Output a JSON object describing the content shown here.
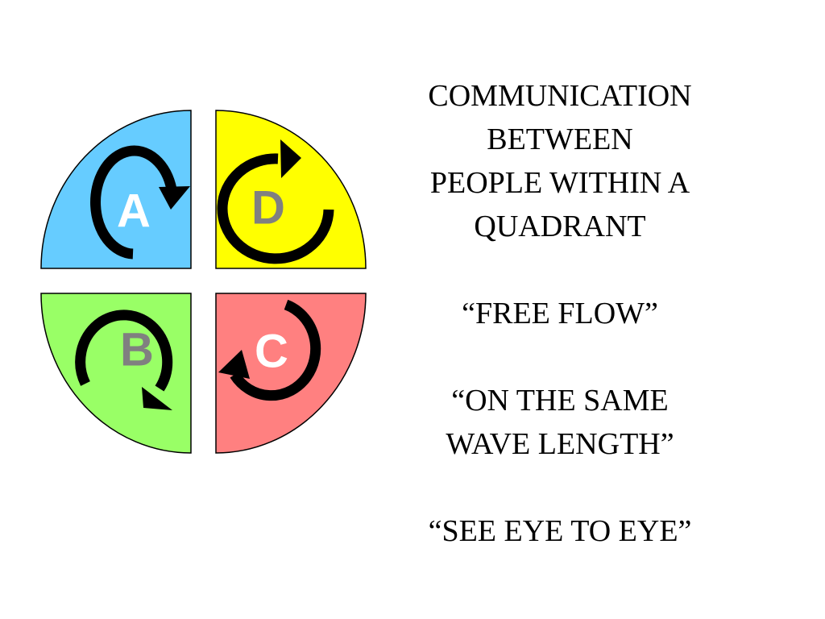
{
  "quadrants": [
    {
      "id": "A",
      "letter": "A",
      "fill": "#66ccff",
      "letter_color": "#ffffff",
      "arrow_direction": "clockwise"
    },
    {
      "id": "D",
      "letter": "D",
      "fill": "#ffff00",
      "letter_color": "#808080",
      "arrow_direction": "clockwise"
    },
    {
      "id": "B",
      "letter": "B",
      "fill": "#99ff66",
      "letter_color": "#808080",
      "arrow_direction": "clockwise"
    },
    {
      "id": "C",
      "letter": "C",
      "fill": "#ff8080",
      "letter_color": "#ffffff",
      "arrow_direction": "clockwise"
    }
  ],
  "heading": {
    "lines": [
      "COMMUNICATION",
      "BETWEEN",
      "PEOPLE WITHIN A",
      "QUADRANT"
    ]
  },
  "quotes": [
    {
      "lines": [
        "“FREE FLOW”"
      ]
    },
    {
      "lines": [
        "“ON THE SAME",
        "WAVE LENGTH”"
      ]
    },
    {
      "lines": [
        "“SEE EYE TO EYE”"
      ]
    }
  ]
}
